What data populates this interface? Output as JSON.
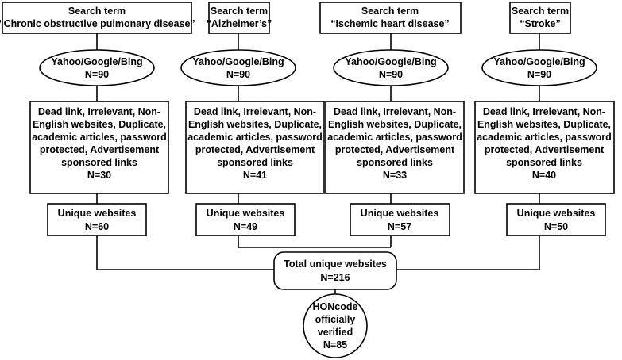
{
  "columns": [
    {
      "search": {
        "line1": "Search term",
        "line2": "“Chronic obstructive pulmonary disease”"
      },
      "engines": {
        "line1": "Yahoo/Google/Bing",
        "line2": "N=90"
      },
      "excluded": {
        "lines": [
          "Dead link, Irrelevant, Non-",
          "English websites, Duplicate,",
          "academic articles, password",
          "protected, Advertisement",
          "sponsored links"
        ],
        "count": "N=30"
      },
      "unique": {
        "line1": "Unique websites",
        "line2": "N=60"
      }
    },
    {
      "search": {
        "line1": "Search term",
        "line2": "“Alzheimer’s”"
      },
      "engines": {
        "line1": "Yahoo/Google/Bing",
        "line2": "N=90"
      },
      "excluded": {
        "lines": [
          "Dead link, Irrelevant, Non-",
          "English websites, Duplicate,",
          "academic articles, password",
          "protected, Advertisement",
          "sponsored links"
        ],
        "count": "N=41"
      },
      "unique": {
        "line1": "Unique websites",
        "line2": "N=49"
      }
    },
    {
      "search": {
        "line1": "Search term",
        "line2": "“Ischemic heart disease”"
      },
      "engines": {
        "line1": "Yahoo/Google/Bing",
        "line2": "N=90"
      },
      "excluded": {
        "lines": [
          "Dead link, Irrelevant, Non-",
          "English websites, Duplicate,",
          "academic articles, password",
          "protected, Advertisement",
          "sponsored links"
        ],
        "count": "N=33"
      },
      "unique": {
        "line1": "Unique websites",
        "line2": "N=57"
      }
    },
    {
      "search": {
        "line1": "Search term",
        "line2": "“Stroke”"
      },
      "engines": {
        "line1": "Yahoo/Google/Bing",
        "line2": "N=90"
      },
      "excluded": {
        "lines": [
          "Dead link, Irrelevant, Non-",
          "English websites, Duplicate,",
          "academic articles, password",
          "protected, Advertisement",
          "sponsored links"
        ],
        "count": "N=40"
      },
      "unique": {
        "line1": "Unique websites",
        "line2": "N=50"
      }
    }
  ],
  "total": {
    "line1": "Total unique websites",
    "line2": "N=216"
  },
  "honcode": {
    "lines": [
      "HONcode",
      "officially",
      "verified",
      "N=85"
    ]
  },
  "colors": {
    "stroke": "#000000",
    "fill": "#ffffff",
    "text": "#000000"
  }
}
